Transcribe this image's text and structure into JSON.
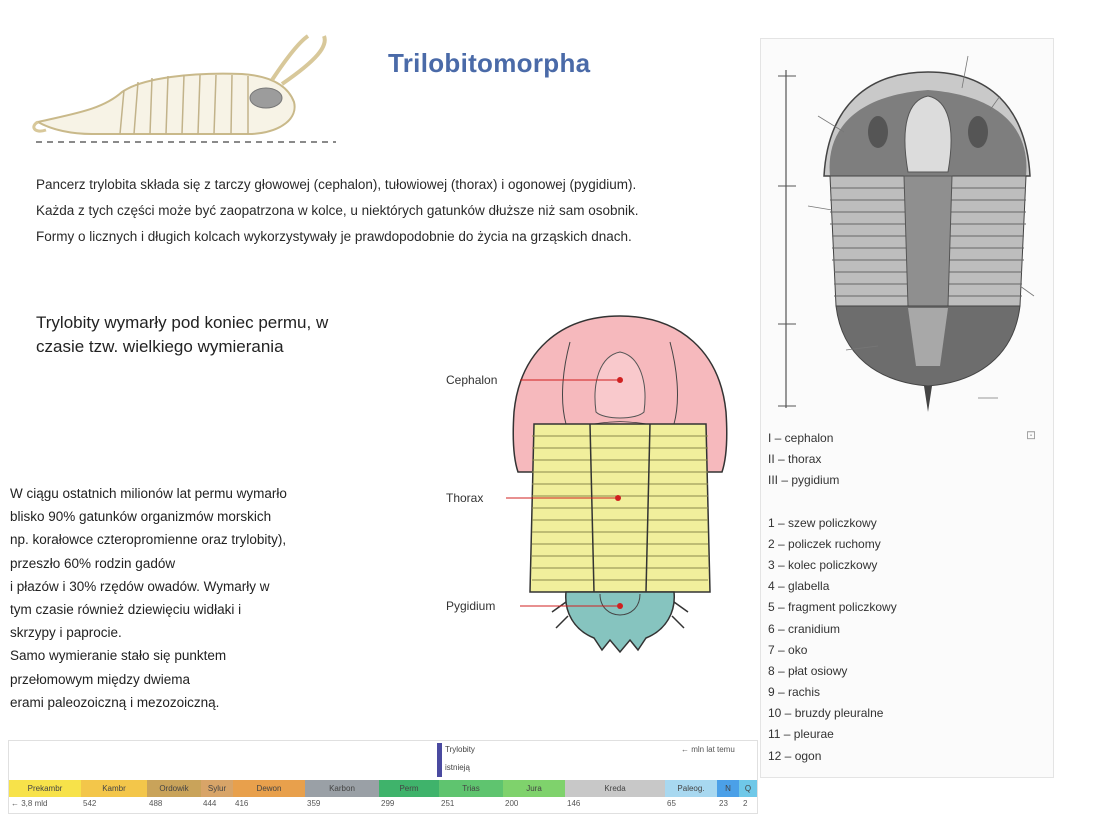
{
  "title": "Trilobitomorpha",
  "paragraph1": "Pancerz trylobita składa się z tarczy głowowej (cephalon), tułowiowej (thorax) i ogonowej (pygidium). Każda z tych części może być zaopatrzona w kolce, u niektórych gatunków dłuższe niż sam osobnik. Formy o licznych i długich kolcach wykorzystywały je prawdopodobnie do życia na grząskich dnach.",
  "paragraph2": "Trylobity wymarły pod koniec permu, w czasie tzw. wielkiego wymierania",
  "paragraph3_lines": [
    "W ciągu ostatnich milionów lat permu wymarło",
    "blisko 90% gatunków organizmów morskich",
    "np. korałowce czteropromienne oraz trylobity),",
    "przeszło 60% rodzin gadów",
    " i płazów i 30% rzędów owadów. Wymarły w",
    "tym czasie również dziewięciu widłaki i",
    "skrzypy i paprocie.",
    "Samo wymieranie stało się punktem",
    "przełomowym między dwiema",
    "erami paleozoiczną i mezozoiczną."
  ],
  "trilobite_labels": {
    "cephalon": "Cephalon",
    "thorax": "Thorax",
    "pygidium": "Pygidium"
  },
  "legend": {
    "parts": [
      "I – cephalon",
      "II – thorax",
      "III – pygidium"
    ],
    "items": [
      "1 – szew policzkowy",
      "2 – policzek ruchomy",
      "3 – kolec policzkowy",
      "4 – glabella",
      "5 – fragment policzkowy",
      "6 – cranidium",
      "7 – oko",
      "8 – płat osiowy",
      "9 – rachis",
      "10 – bruzdy pleuralne",
      "11 – pleurae",
      "12 – ogon"
    ]
  },
  "timeline": {
    "marker_lines": [
      "Trylobity",
      "istnieją"
    ],
    "note": "← mln lat temu",
    "periods": [
      "Prekambr",
      "Kambr",
      "Ordowik",
      "Sylur",
      "Dewon",
      "Karbon",
      "Perm",
      "Trias",
      "Jura",
      "Kreda",
      "Paleog.",
      "N",
      "Q"
    ],
    "ticks": [
      "← 3,8 mld",
      "542",
      "488",
      "444",
      "416",
      "359",
      "299",
      "251",
      "200",
      "146",
      "65",
      "23",
      "2"
    ],
    "colors": [
      "#f7e24a",
      "#f3c64a",
      "#c9a35a",
      "#d8a468",
      "#e8a04c",
      "#9aa0a6",
      "#3fb36b",
      "#5fc46f",
      "#7fd26c",
      "#c8c8c8",
      "#a8d8f0",
      "#4ba0e8",
      "#6fc8e8"
    ]
  }
}
